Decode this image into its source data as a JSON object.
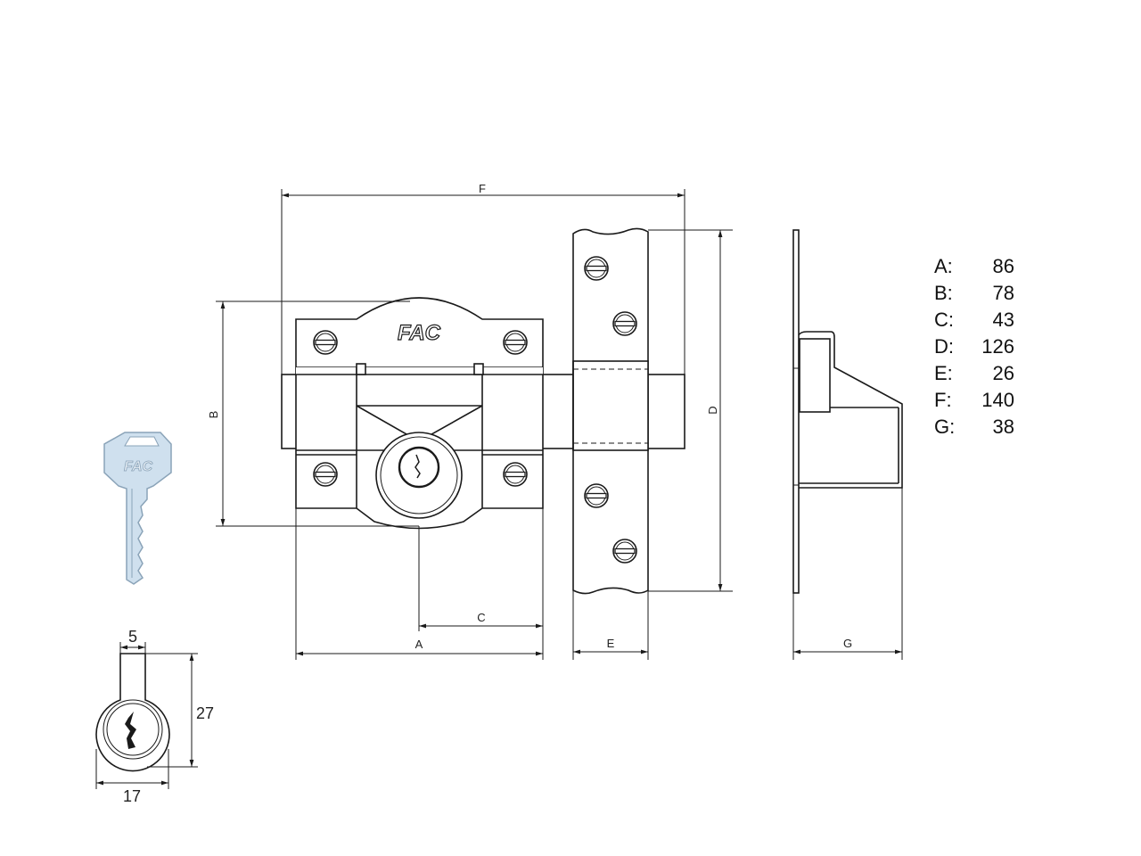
{
  "logo_text": "FAC",
  "dimension_labels": {
    "A": "A",
    "B": "B",
    "C": "C",
    "D": "D",
    "E": "E",
    "F": "F",
    "G": "G"
  },
  "dimensions_table": [
    {
      "key": "A:",
      "value": "86"
    },
    {
      "key": "B:",
      "value": "78"
    },
    {
      "key": "C:",
      "value": "43"
    },
    {
      "key": "D:",
      "value": "126"
    },
    {
      "key": "E:",
      "value": "26"
    },
    {
      "key": "F:",
      "value": "140"
    },
    {
      "key": "G:",
      "value": "38"
    }
  ],
  "cylinder_dims": {
    "width_top": "5",
    "height": "27",
    "diameter": "17"
  },
  "colors": {
    "line": "#1a1a1a",
    "key_fill": "#cfe0ee",
    "key_stroke": "#8aa3b8"
  }
}
